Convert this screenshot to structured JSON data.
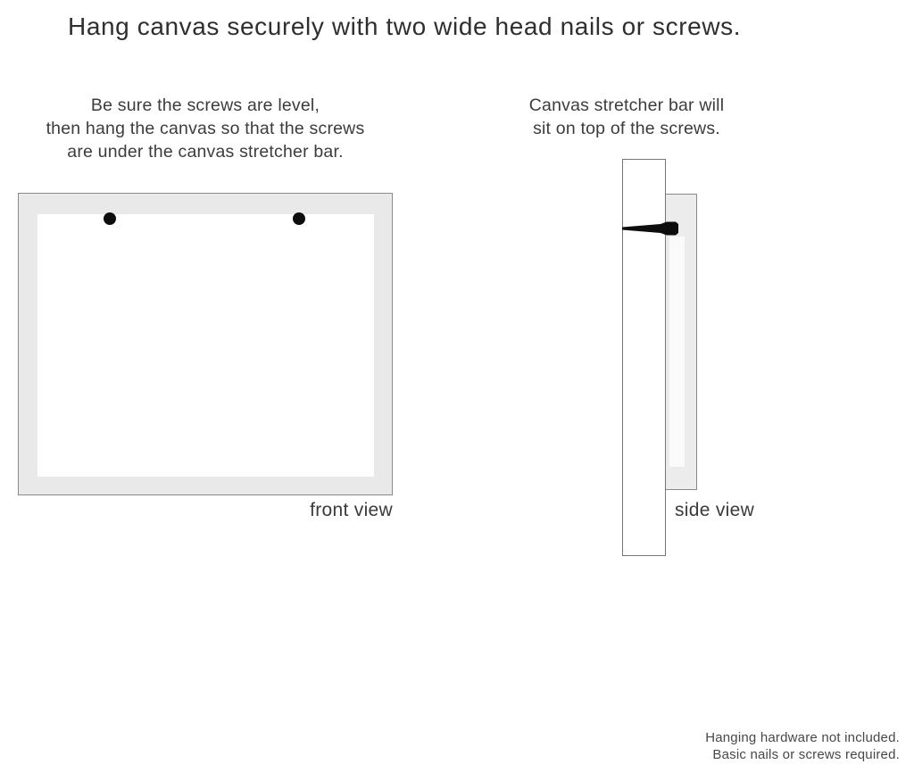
{
  "title": "Hang canvas securely with two wide head nails or screws.",
  "instructions": {
    "front": {
      "lines": [
        "Be sure the screws are level,",
        "then hang the canvas so that the screws",
        "are under the canvas stretcher bar."
      ]
    },
    "side": {
      "lines": [
        "Canvas stretcher bar will",
        "sit on top of the screws."
      ]
    }
  },
  "diagram_labels": {
    "front": "front view",
    "side": "side view"
  },
  "footnote": {
    "lines": [
      "Hanging hardware not included.",
      "Basic nails or screws required."
    ]
  },
  "icons": {
    "screw_left": "screw-dot",
    "screw_right": "screw-dot",
    "nail": "nail-side-profile"
  },
  "colors": {
    "background": "#ffffff",
    "title_text": "#2f2f2f",
    "body_text": "#3c3c3c",
    "footnote_text": "#484848",
    "canvas_fill": "#e9e9e9",
    "canvas_side_fill": "#ececec",
    "diagram_border": "#8a8a8a",
    "wall_border": "#767676",
    "hardware_black": "#0d0d0d"
  }
}
